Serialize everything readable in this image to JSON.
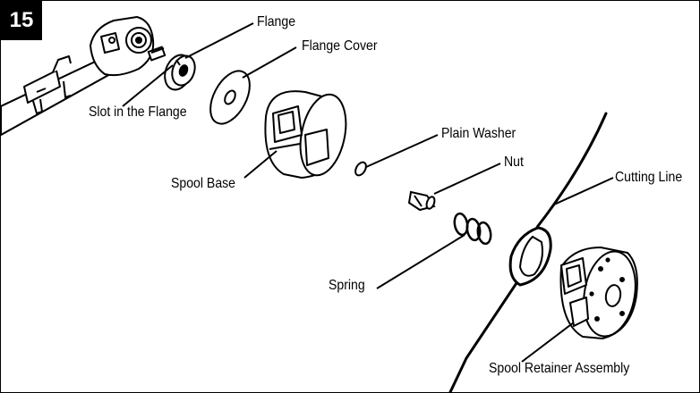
{
  "figure": {
    "number": "15",
    "labels": {
      "flange": "Flange",
      "flange_cover": "Flange Cover",
      "slot_in_flange": "Slot in the Flange",
      "plain_washer": "Plain Washer",
      "nut": "Nut",
      "spool_base": "Spool Base",
      "cutting_line": "Cutting Line",
      "spring": "Spring",
      "spool_retainer_assembly": "Spool Retainer Assembly"
    }
  }
}
